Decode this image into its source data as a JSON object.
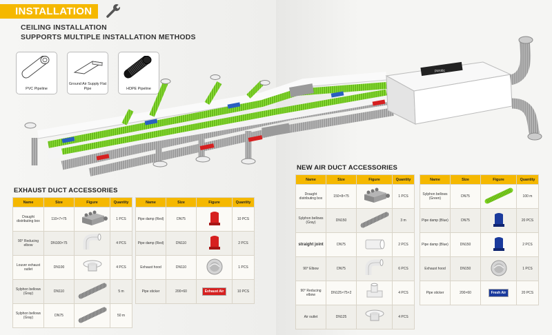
{
  "banner": {
    "title": "INSTALLATION"
  },
  "headline": {
    "line1": "CEILING INSTALLATION",
    "line2": "SUPPORTS MULTIPLE INSTALLATION METHODS"
  },
  "pipe_types": [
    {
      "label": "PVC Pipeline"
    },
    {
      "label": "Ground Air Supply Flat Pipe"
    },
    {
      "label": "HDPE Pipeline"
    }
  ],
  "unit_brand": "purotic",
  "exhaust": {
    "title": "EXHAUST DUCT ACCESSORIES",
    "headers": [
      "Name",
      "Size",
      "Figure",
      "Quantity"
    ],
    "rows_a": [
      {
        "name": "Draught distributing box",
        "size": "110×7×75",
        "qty": "1 PCS",
        "fig": "box"
      },
      {
        "name": "90° Reducing elbow",
        "size": "DN100×75",
        "qty": "4 PCS",
        "fig": "elbow"
      },
      {
        "name": "Louver exhaust outlet",
        "size": "DN100",
        "qty": "4 PCS",
        "fig": "outlet"
      },
      {
        "name": "Sylphon bellows (Gray)",
        "size": "DN110",
        "qty": "5 m",
        "fig": "bellows-gray"
      },
      {
        "name": "Sylphon bellows (Gray)",
        "size": "DN75",
        "qty": "50 m",
        "fig": "bellows-gray"
      }
    ],
    "rows_b": [
      {
        "name": "Pipe damp (Red)",
        "size": "DN75",
        "qty": "10 PCS",
        "fig": "clamp-red"
      },
      {
        "name": "Pipe damp (Red)",
        "size": "DN110",
        "qty": "2 PCS",
        "fig": "clamp-red"
      },
      {
        "name": "Exhaust hood",
        "size": "DN110",
        "qty": "1 PCS",
        "fig": "hood"
      },
      {
        "name": "Pipe sticker",
        "size": "200×60",
        "qty": "10 PCS",
        "fig": "sticker-red"
      }
    ]
  },
  "newair": {
    "title": "NEW AIR DUCT ACCESSORIES",
    "headers": [
      "Name",
      "Size",
      "Figure",
      "Quantity"
    ],
    "rows_a": [
      {
        "name": "Draught distributing box",
        "size": "150×8×75",
        "qty": "1 PCS",
        "fig": "box"
      },
      {
        "name": "Sylphon bellows (Gray)",
        "size": "DN150",
        "qty": "3 m",
        "fig": "bellows-gray"
      },
      {
        "name": "straight joint",
        "size": "DN75",
        "qty": "2 PCS",
        "fig": "joint"
      },
      {
        "name": "90° Elbow",
        "size": "DN75",
        "qty": "6 PCS",
        "fig": "elbow"
      },
      {
        "name": "90° Reducing elbow",
        "size": "DN125×75×2",
        "qty": "4 PCS",
        "fig": "tee"
      },
      {
        "name": "Air outlet",
        "size": "DN125",
        "qty": "4 PCS",
        "fig": "outlet"
      }
    ],
    "rows_b": [
      {
        "name": "Sylphon bellows (Green)",
        "size": "DN75",
        "qty": "100 m",
        "fig": "bellows-green"
      },
      {
        "name": "Pipe damp (Blue)",
        "size": "DN75",
        "qty": "20 PCS",
        "fig": "clamp-blue"
      },
      {
        "name": "Pipe damp (Blue)",
        "size": "DN150",
        "qty": "2 PCS",
        "fig": "clamp-blue"
      },
      {
        "name": "Exhaust hood",
        "size": "DN150",
        "qty": "1 PCS",
        "fig": "hood"
      },
      {
        "name": "Pipe sticker",
        "size": "200×60",
        "qty": "20 PCS",
        "fig": "sticker-blue"
      }
    ]
  },
  "sticker_text": {
    "exhaust": "Exhaust Air",
    "fresh": "Fresh Air"
  },
  "colors": {
    "accent": "#f5b800",
    "green_duct": "#7ed321",
    "gray_duct": "#a7a7a7",
    "red_clamp": "#d62020",
    "blue_clamp": "#1a3a9c"
  }
}
